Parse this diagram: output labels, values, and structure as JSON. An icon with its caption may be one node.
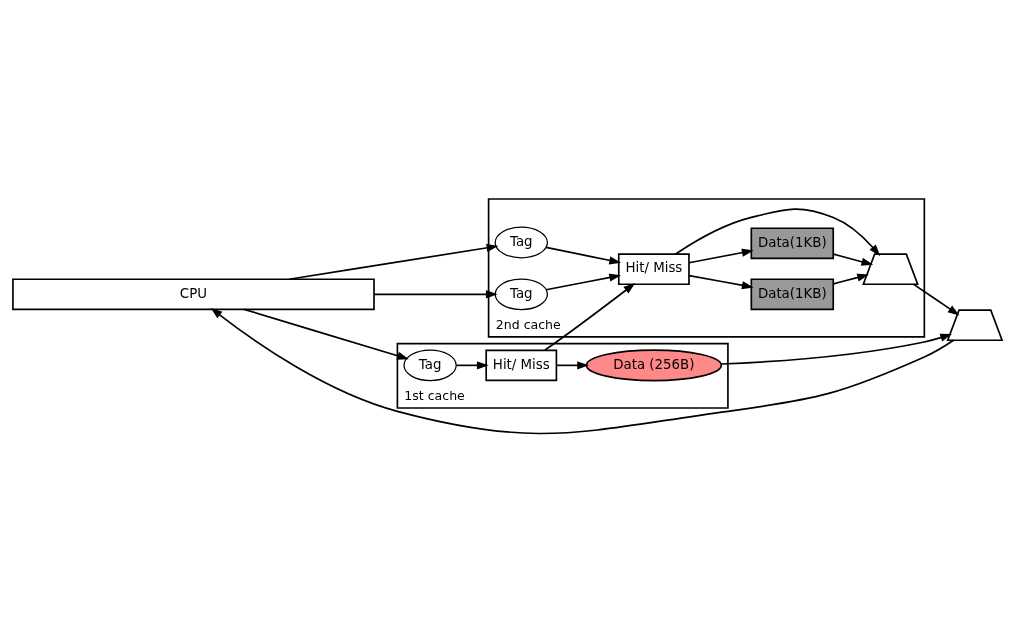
{
  "diagram": {
    "nodes": [
      {
        "text": [
          "CPU"
        ]
      },
      {
        "text": [
          "1st cache"
        ]
      },
      {
        "text": [
          "Tag"
        ],
        "in": 1
      },
      {
        "text": [
          "Hit/ Miss"
        ],
        "in": 1
      },
      {
        "text": [
          "Data (256B)"
        ],
        "in": 1
      },
      {
        "text": [
          "2nd cache"
        ]
      },
      {
        "text": [
          "Tag"
        ],
        "in": 5
      },
      {
        "text": [
          "Tag"
        ],
        "in": 5
      },
      {
        "text": [
          "Hit/ Miss"
        ],
        "in": 5
      },
      {
        "text": [
          "Data(1KB)"
        ],
        "in": 5
      },
      {
        "text": [
          "Data(1KB)"
        ],
        "in": 5
      },
      {
        "text": [],
        "shape": "trapezoid",
        "in": 5
      },
      {
        "text": [],
        "shape": "trapezoid"
      }
    ],
    "edges": [
      {
        "from": 0,
        "to": 2,
        "arrow": "to"
      },
      {
        "from": 0,
        "to": 6,
        "arrow": "to"
      },
      {
        "from": 0,
        "to": 7,
        "arrow": "to"
      },
      {
        "from": 2,
        "to": 3,
        "arrow": "to"
      },
      {
        "from": 3,
        "to": 4,
        "arrow": "to"
      },
      {
        "from": 4,
        "to": 12,
        "arrow": "to"
      },
      {
        "from": 3,
        "to": 8,
        "arrow": "to"
      },
      {
        "from": 6,
        "to": 8,
        "arrow": "to"
      },
      {
        "from": 7,
        "to": 8,
        "arrow": "to"
      },
      {
        "from": 8,
        "to": 11,
        "arrow": "to"
      },
      {
        "from": 8,
        "to": 9,
        "arrow": "to"
      },
      {
        "from": 8,
        "to": 10,
        "arrow": "to"
      },
      {
        "from": 9,
        "to": 11,
        "arrow": "to"
      },
      {
        "from": 10,
        "to": 11,
        "arrow": "to"
      },
      {
        "from": 11,
        "to": 12,
        "arrow": "to"
      },
      {
        "from": 12,
        "to": 0,
        "arrow": "to"
      }
    ]
  }
}
